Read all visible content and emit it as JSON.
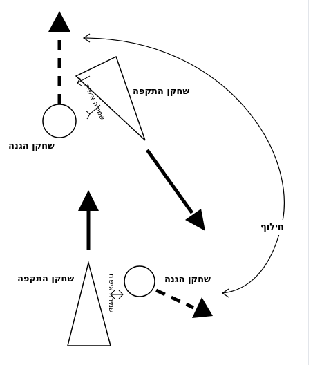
{
  "labels": {
    "top_defender": "שחקן הגנה",
    "top_attacker": "שחקן התקפה",
    "top_personal_marking": "שמירה אישית",
    "switch": "חילוף",
    "bottom_attacker": "שחקן התקפה",
    "bottom_defender": "שחקן הגנה",
    "bottom_personal_marking": "שמירה אישית"
  },
  "colors": {
    "stroke": "#000000",
    "fill": "#ffffff",
    "guide": "#e2e5ea"
  }
}
